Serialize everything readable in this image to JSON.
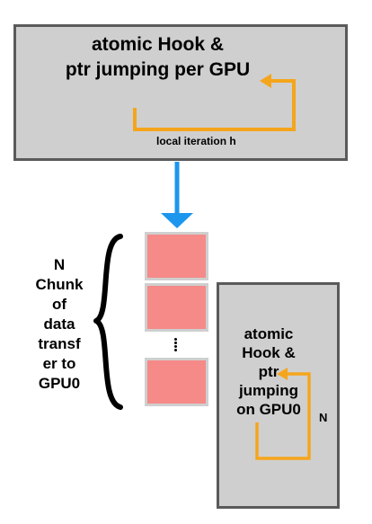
{
  "top_box": {
    "label_line1": "atomic Hook &",
    "label_line2": "ptr jumping per GPU",
    "iteration_label": "local iteration h"
  },
  "left_label": {
    "lines": [
      "N",
      "Chunk",
      "of",
      "data",
      "transf",
      "er to",
      "GPU0"
    ]
  },
  "bottom_box": {
    "lines": [
      "atomic",
      "Hook &",
      "ptr",
      "jumping",
      "on GPU0"
    ],
    "n_label": "N"
  },
  "colors": {
    "box_fill": "#cfcfcf",
    "box_border": "#5a5a5a",
    "loop_arrow": "#f5a51b",
    "down_arrow": "#1d96ee",
    "chunk_fill": "#f58a88"
  }
}
